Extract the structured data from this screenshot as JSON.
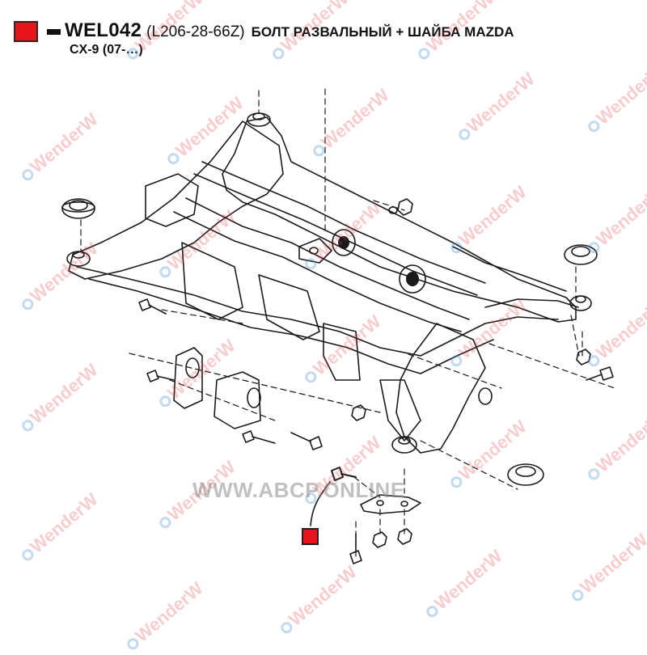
{
  "part": {
    "code": "WEL042",
    "oem": "(L206-28-66Z)",
    "description": "БОЛТ РАЗВАЛЬНЫЙ + ШАЙБА MAZDA",
    "description_line2": "CX-9 (07-…)"
  },
  "watermarks": {
    "brand": "WenderW",
    "site": "WWW.ABCP.ONLINE"
  },
  "colors": {
    "marker": "#e8141b",
    "line": "#1a1a1a",
    "brand_watermark": "#e23a40",
    "ring": "#5096d2"
  },
  "icons": {
    "legend": "red-square-icon",
    "callout": "red-square-marker-icon"
  }
}
